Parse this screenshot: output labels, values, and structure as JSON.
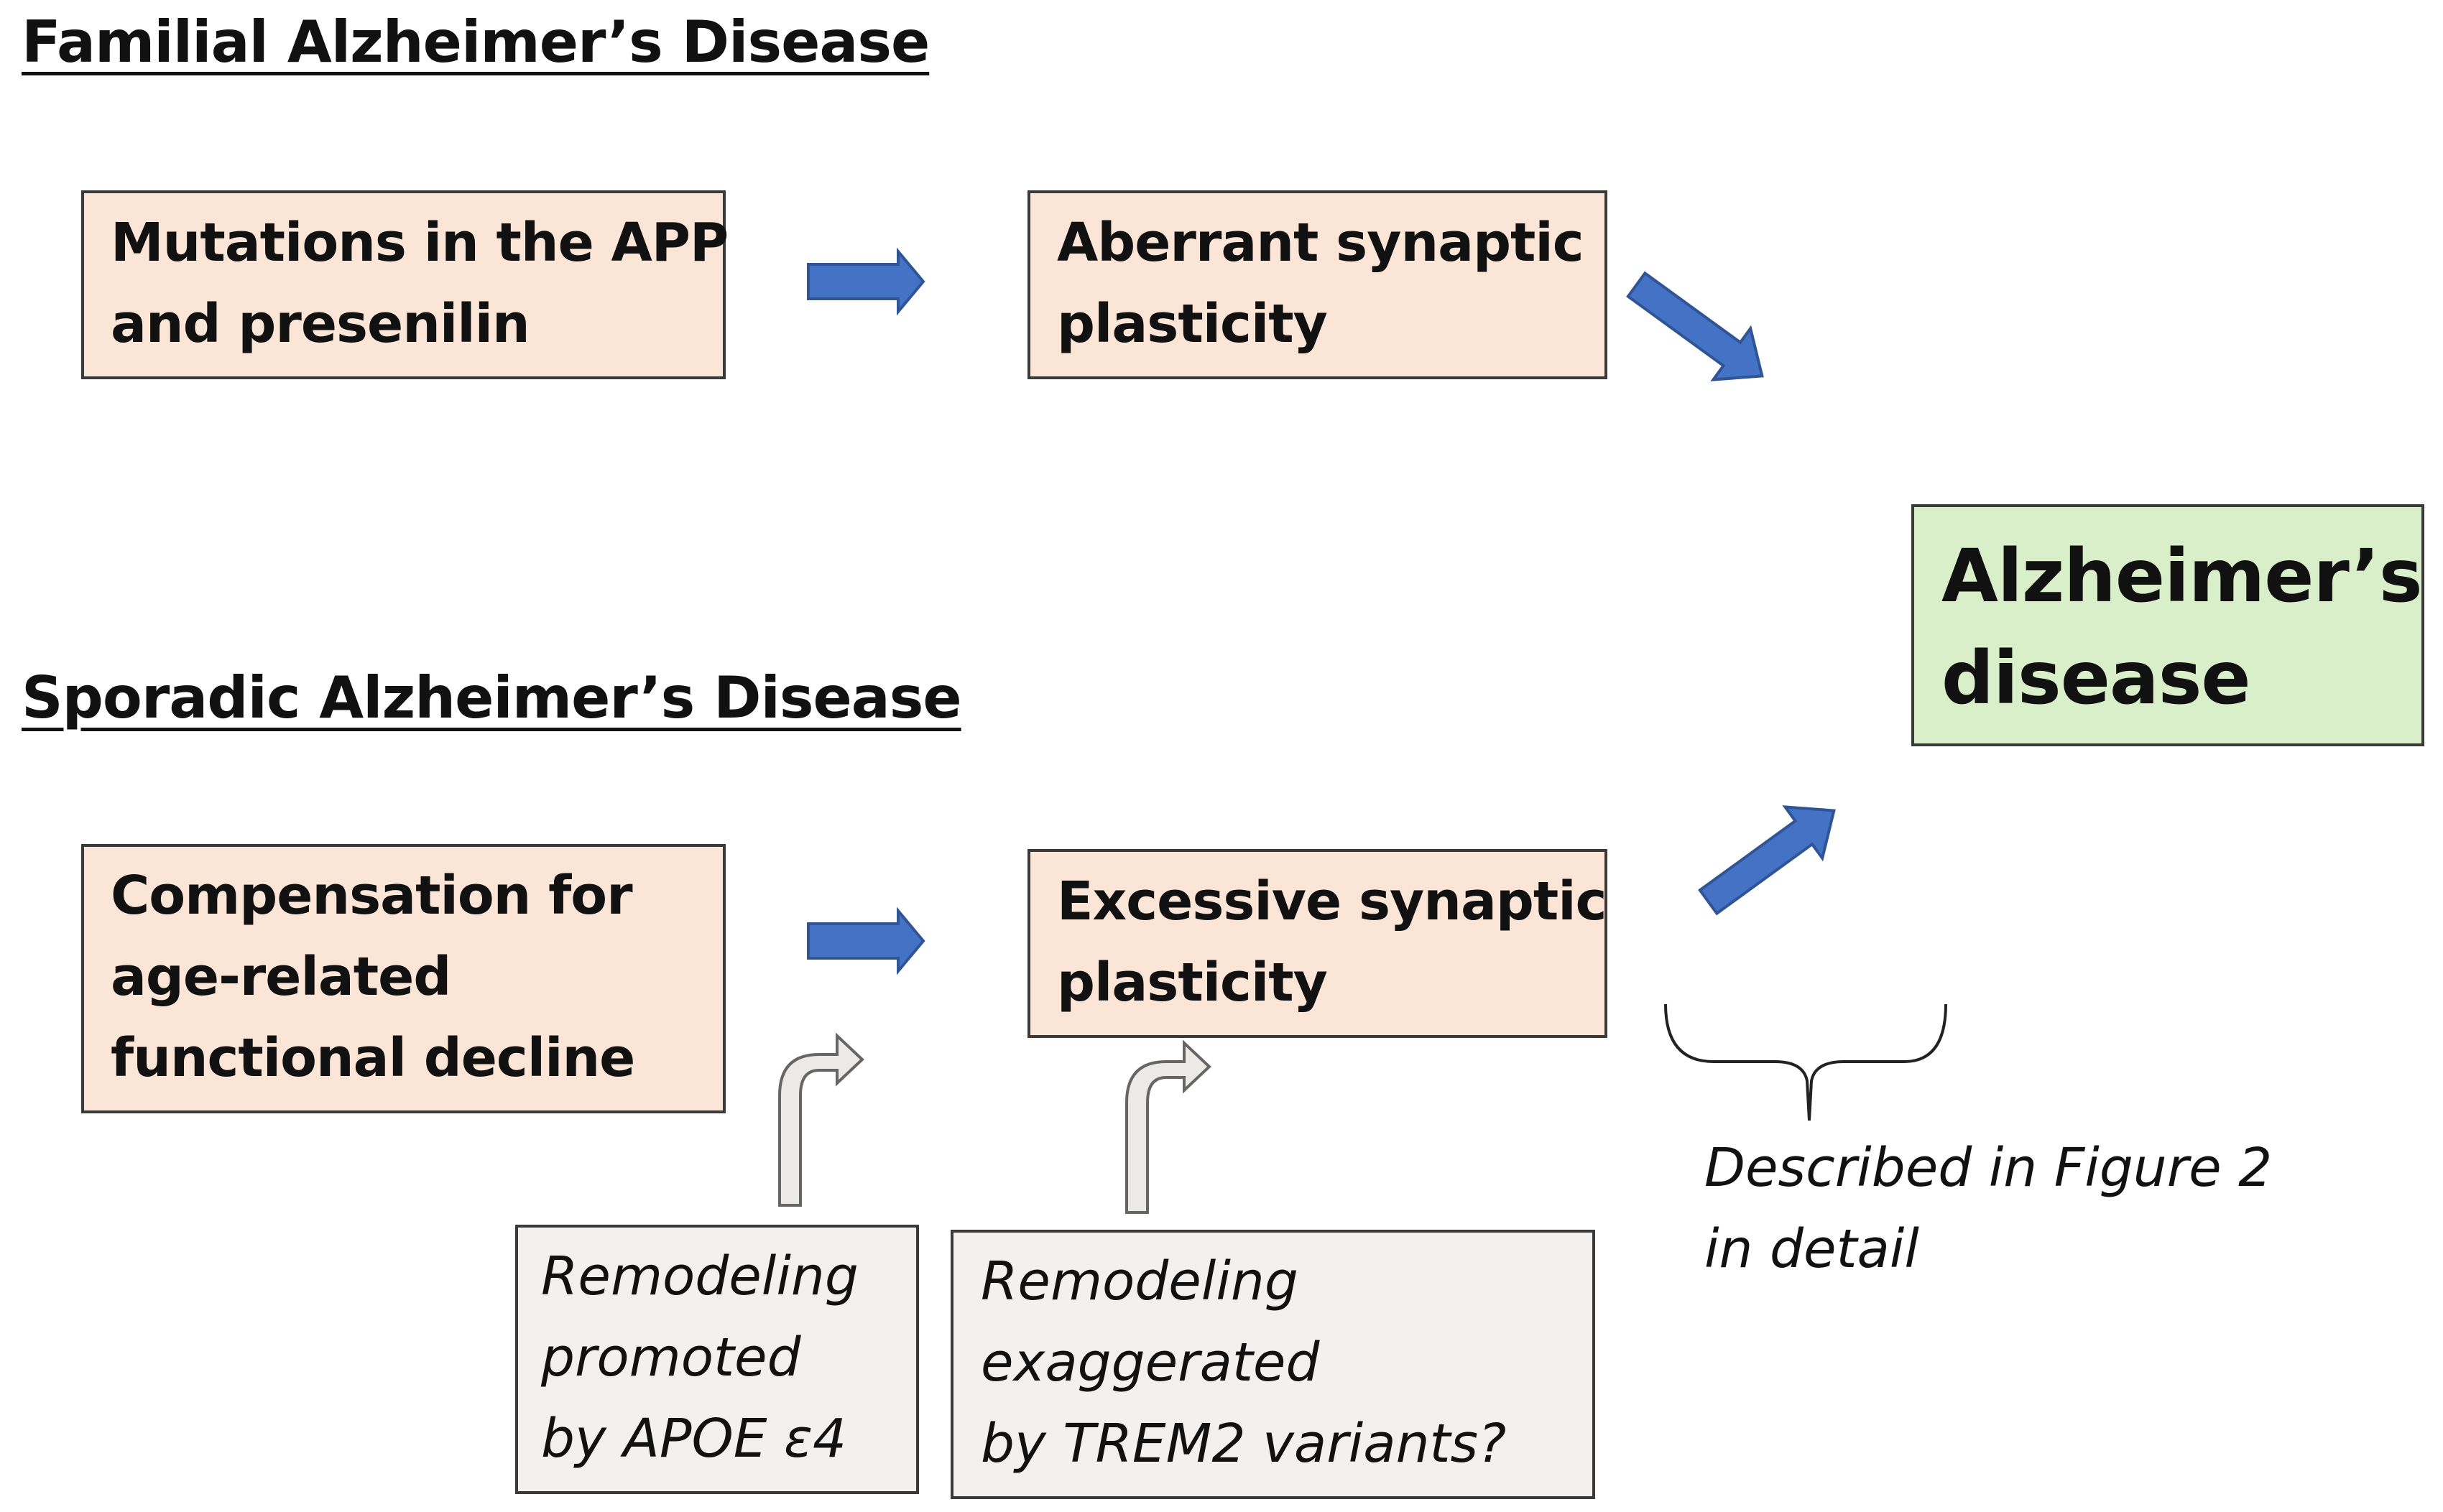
{
  "colors": {
    "step_fill": "#fbe5d6",
    "outcome_fill": "#d9efc9",
    "modifier_fill": "#f3f1ef",
    "arrow_blue": "#4472c4",
    "border": "#3a3a3a"
  },
  "familial": {
    "heading": "Familial Alzheimer’s Disease",
    "cause": {
      "line1": "Mutations in the APP",
      "line2": "and presenilin"
    },
    "effect": {
      "line1": "Aberrant synaptic",
      "line2": "plasticity"
    }
  },
  "sporadic": {
    "heading": "Sporadic Alzheimer’s Disease",
    "cause": {
      "line1": "Compensation for",
      "line2": "age-related",
      "line3": "functional decline"
    },
    "effect": {
      "line1": "Excessive synaptic",
      "line2": "plasticity"
    },
    "modifier_apoe": {
      "line1": "Remodeling",
      "line2": "promoted",
      "line3": "by APOE ε4"
    },
    "modifier_trem2": {
      "line1": "Remodeling",
      "line2": "exaggerated",
      "line3": "by TREM2 variants?"
    }
  },
  "outcome": {
    "line1": "Alzheimer’s",
    "line2": "disease"
  },
  "note": {
    "line1": "Described in Figure 2",
    "line2": "in detail"
  }
}
